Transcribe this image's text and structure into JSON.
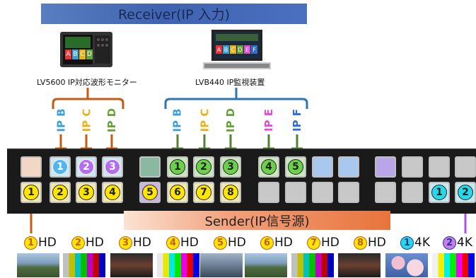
{
  "header": {
    "receiver_title": "Receiver(IP 入力)"
  },
  "devices": [
    {
      "label": "LV5600 IP対応波形モニター",
      "screen_letters": [
        "A",
        "B",
        "C",
        "D"
      ]
    },
    {
      "label": "LVB440 IP監視装置",
      "screen_letters": [
        "A",
        "B",
        "C",
        "D",
        "E",
        "F"
      ]
    }
  ],
  "ip_inputs_left": [
    {
      "label": "IP B",
      "color": "#3aa0d8"
    },
    {
      "label": "IP C",
      "color": "#e9b11a"
    },
    {
      "label": "IP D",
      "color": "#67a33a"
    }
  ],
  "ip_inputs_right": [
    {
      "label": "IP B",
      "color": "#3aa0d8"
    },
    {
      "label": "IP C",
      "color": "#e9b11a"
    },
    {
      "label": "IP D",
      "color": "#67a33a"
    },
    {
      "label": "IP E",
      "color": "#e04fd0"
    },
    {
      "label": "IP F",
      "color": "#2e6fd0"
    }
  ],
  "panel": {
    "top_row_numbers": [
      "",
      "1",
      "2",
      "3",
      "",
      "1",
      "2",
      "3",
      "4",
      "5"
    ],
    "bottom_row_numbers": [
      "1",
      "2",
      "3",
      "4",
      "5",
      "6",
      "7",
      "8",
      "1",
      "2"
    ]
  },
  "sender": {
    "title": "Sender(IP信号源)"
  },
  "signals": [
    {
      "num": "1",
      "format": "HD"
    },
    {
      "num": "2",
      "format": "HD"
    },
    {
      "num": "3",
      "format": "HD"
    },
    {
      "num": "4",
      "format": "HD"
    },
    {
      "num": "5",
      "format": "HD"
    },
    {
      "num": "6",
      "format": "HD"
    },
    {
      "num": "7",
      "format": "HD"
    },
    {
      "num": "8",
      "format": "HD"
    },
    {
      "num": "1",
      "format": "4K"
    },
    {
      "num": "2",
      "format": "4K"
    }
  ],
  "colors": {
    "hd_badge": "#ffe600",
    "k4_badge": "#27d8e8",
    "k4_badge_2": "#cf7bf0",
    "left_bracket": "#c55a11",
    "right_bracket": "#2e75b6"
  }
}
